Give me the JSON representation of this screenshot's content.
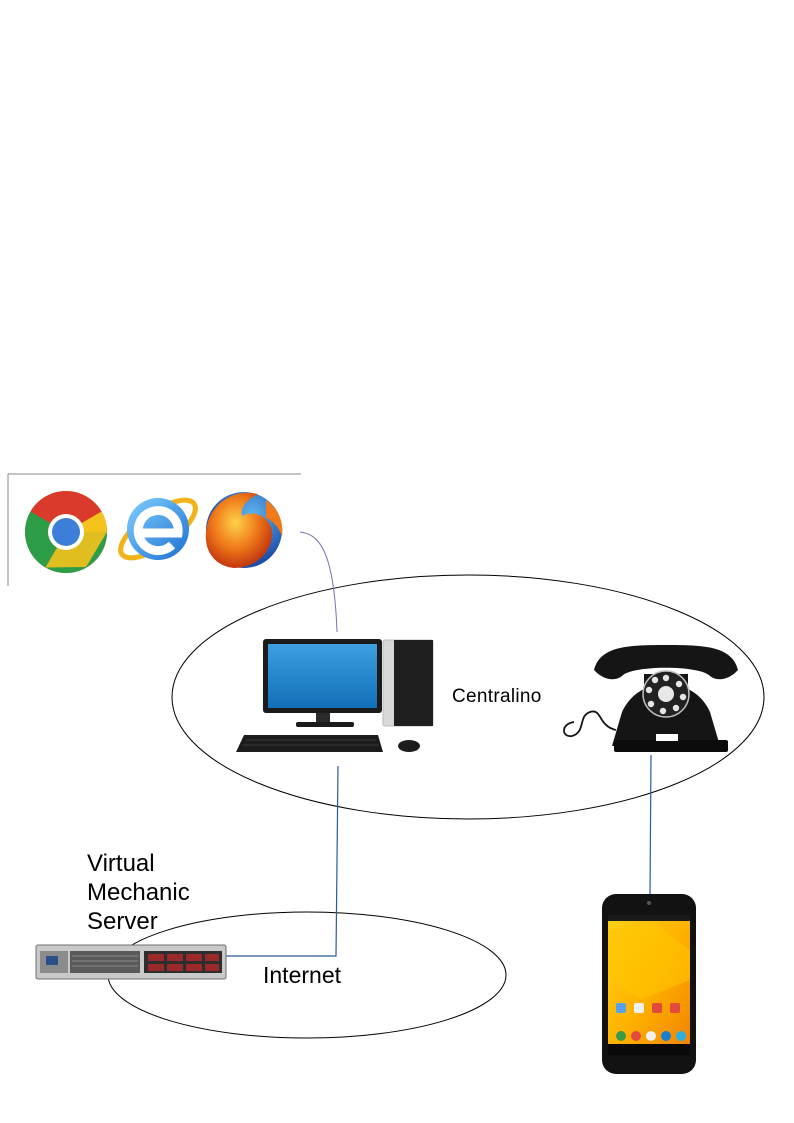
{
  "labels": {
    "centralino": "Centralino",
    "internet": "Internet",
    "server_lines": [
      "Virtual",
      "Mechanic",
      "Server"
    ]
  },
  "nodes": {
    "browsers": [
      "chrome-icon",
      "internet-explorer-icon",
      "firefox-icon"
    ],
    "desktop": "desktop-computer-icon",
    "telephone": "rotary-telephone-icon",
    "server": "rack-server-icon",
    "smartphone": "smartphone-icon"
  },
  "colors": {
    "connector_blue": "#2b5a9a",
    "connector_purple": "#7a70b8",
    "outline": "#000000"
  }
}
